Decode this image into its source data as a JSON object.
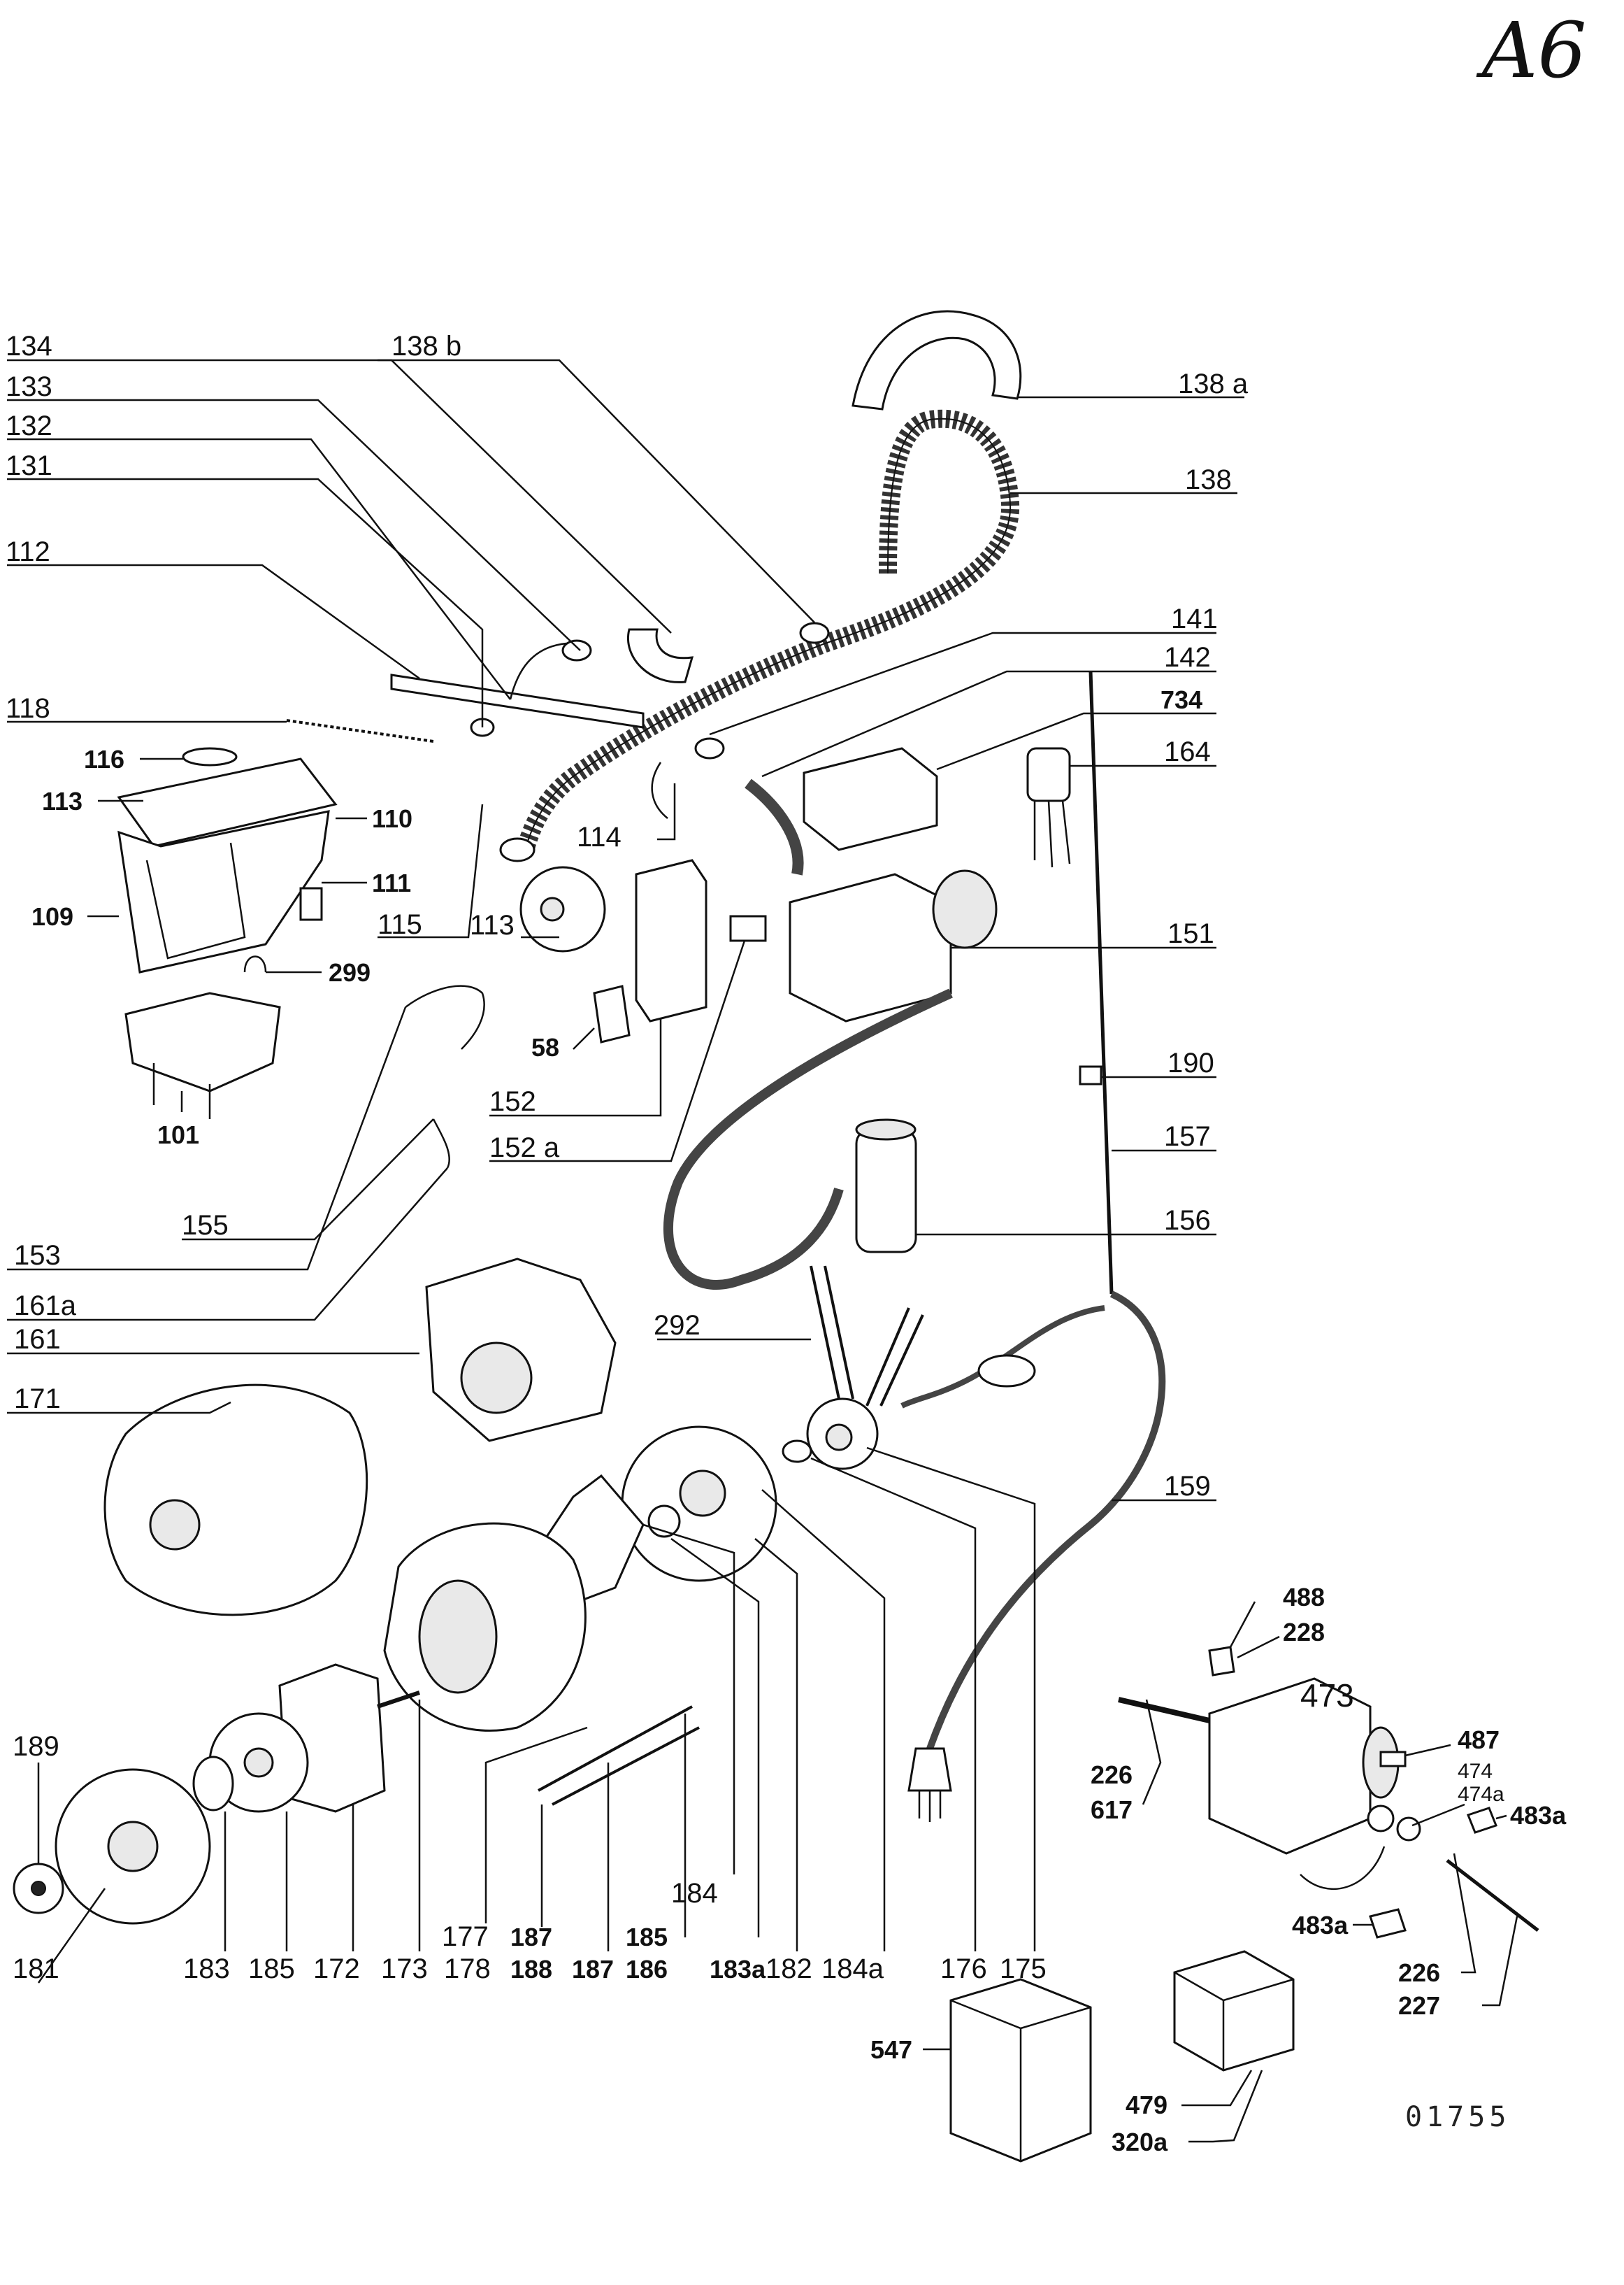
{
  "page_marker": "A6",
  "serial_number": "01755",
  "labels": {
    "l134": "134",
    "l133": "133",
    "l132": "132",
    "l131": "131",
    "l112": "112",
    "l118": "118",
    "l116": "116",
    "l113a": "113",
    "l110": "110",
    "l111": "111",
    "l109": "109",
    "l299": "299",
    "l101": "101",
    "l115": "115",
    "l113b": "113",
    "l114": "114",
    "l58": "58",
    "l152": "152",
    "l152a": "152 a",
    "l155": "155",
    "l153": "153",
    "l161a": "161a",
    "l161": "161",
    "l171": "171",
    "l138b": "138 b",
    "l138a": "138 a",
    "l138": "138",
    "l141": "141",
    "l142": "142",
    "l734": "734",
    "l164": "164",
    "l151": "151",
    "l190": "190",
    "l157": "157",
    "l156": "156",
    "l292": "292",
    "l159": "159",
    "l189": "189",
    "l181": "181",
    "l183": "183",
    "l185a": "185",
    "l172": "172",
    "l173": "173",
    "l177": "177",
    "l178": "178",
    "l187a": "187",
    "l188": "188",
    "l187b": "187",
    "l185b": "185",
    "l186": "186",
    "l184": "184",
    "l183a": "183a",
    "l182": "182",
    "l184a": "184a",
    "l176": "176",
    "l175": "175",
    "l488": "488",
    "l228a": "228",
    "l473": "473",
    "l487": "487",
    "l474": "474",
    "l474a": "474a",
    "l483a1": "483a",
    "l226a": "226",
    "l617": "617",
    "l483a2": "483a",
    "l226b": "226",
    "l227": "227",
    "l547": "547",
    "l479": "479",
    "l320a": "320a"
  }
}
